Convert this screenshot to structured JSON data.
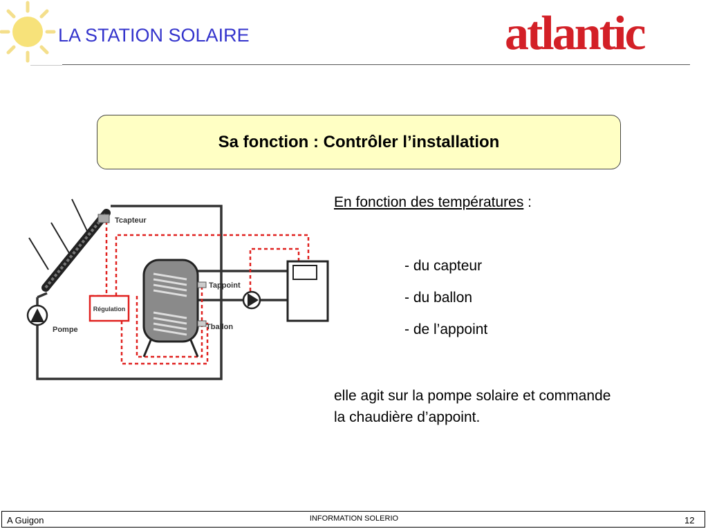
{
  "header": {
    "title": "LA STATION SOLAIRE",
    "brand": "atlantic"
  },
  "function_box": {
    "title": "Sa fonction : Contrôler l’installation"
  },
  "temperatures": {
    "heading": "En fonction des températures",
    "heading_suffix": " :",
    "items": [
      "- du capteur",
      "- du ballon",
      "- de l’appoint"
    ]
  },
  "action": {
    "text": "elle agit sur la pompe solaire et commande la chaudière d’appoint."
  },
  "diagram": {
    "labels": {
      "tcapteur": "Tcapteur",
      "tappoint": "Tappoint",
      "tballon": "Tballon",
      "pompe": "Pompe",
      "regulation": "Régulation"
    }
  },
  "footer": {
    "author": "A Guigon",
    "center": "INFORMATION SOLERIO",
    "page": "12"
  },
  "colors": {
    "title_blue": "#3333cc",
    "brand_red": "#d32027",
    "box_yellow": "#ffffc4",
    "dashed_red": "#e0201e"
  }
}
